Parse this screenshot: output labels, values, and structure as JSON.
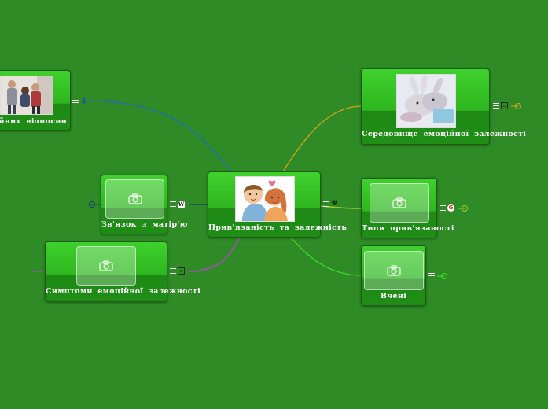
{
  "colors": {
    "background": "#2e8b25",
    "line_blue": "#1f6fb0",
    "line_orange": "#d9a21b",
    "line_purple": "#8e5a9a",
    "line_yellowgreen": "#9acd32",
    "line_green": "#3fe02a",
    "line_navy": "#203a7a"
  },
  "nodes": {
    "center": {
      "label": "Прив'язаність та залежність",
      "icon": "wikipedia-icon",
      "extra_icon": "psi-icon"
    },
    "family": {
      "label": "сімейних відносин",
      "icon": "person-icon"
    },
    "mother": {
      "label": "Зв'язок з матір'ю",
      "icon": "wikipedia-icon"
    },
    "symptoms": {
      "label": "Симптоми емоційної залежності",
      "icon": "note-icon"
    },
    "environment": {
      "label": "Середовище емоційної залежності",
      "icon": "note-icon"
    },
    "types": {
      "label": "Типи прив'язаності",
      "icon": "google-icon"
    },
    "scientists": {
      "label": "Вчені"
    }
  }
}
